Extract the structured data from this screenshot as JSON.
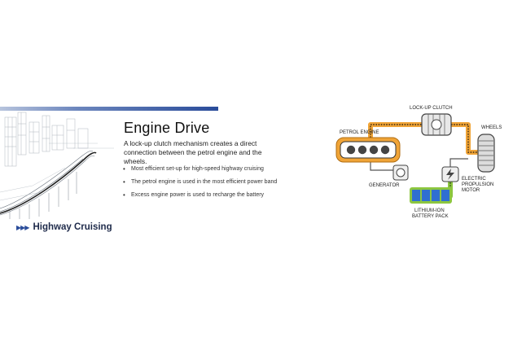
{
  "header": {
    "title": "Engine Drive",
    "description": "A lock-up clutch mechanism creates a direct connection between the petrol engine and the wheels."
  },
  "bullets": [
    "Most efficient set-up for high-speed highway cruising",
    "The petrol engine is used in the most efficient power band",
    "Excess engine power is used to recharge the battery"
  ],
  "caption": {
    "arrows": "▶▶▶",
    "label": "Highway Cruising"
  },
  "diagram": {
    "labels": {
      "lockup_clutch": "LOCK-UP CLUTCH",
      "petrol_engine": "PETROL ENGINE",
      "wheels": "WHEELS",
      "generator": "GENERATOR",
      "motor_line1": "ELECTRIC",
      "motor_line2": "PROPULSION",
      "motor_line3": "MOTOR",
      "battery_line1": "LITHIUM-ION",
      "battery_line2": "BATTERY PACK"
    },
    "colors": {
      "mechanical_path": "#f0a437",
      "electrical_path": "#8cc63f",
      "battery": "#2f6fd1",
      "brand_blue": "#2a4c9a"
    }
  }
}
